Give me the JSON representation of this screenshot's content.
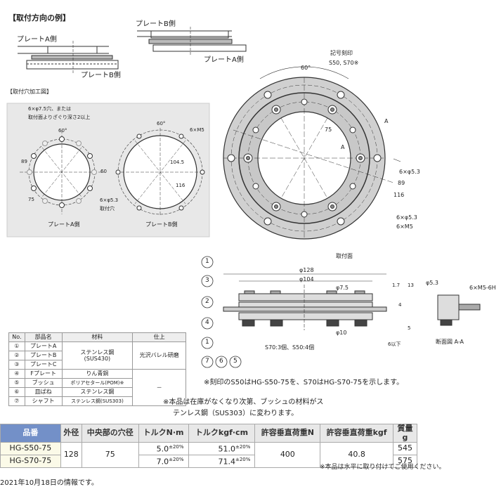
{
  "mounting_example": {
    "title": "【取付方向の例】",
    "left_top_label": "プレートA側",
    "left_bottom_label": "プレートB側",
    "right_top_label": "プレートB側",
    "right_bottom_label": "プレートA側"
  },
  "hole_drawing": {
    "title": "【取付穴加工図】",
    "note_line1": "6×φ7.5穴、または",
    "note_line2": "取付面よりざぐり深さ2以上",
    "angle": "60°",
    "dim_89": "89",
    "dim_75": "75",
    "dim_60": "60",
    "hole_note_1": "6×φ5.3",
    "hole_note_2": "取付穴",
    "plate_a_label": "プレートA側",
    "angle_b": "60°",
    "m5_note": "6×M5",
    "dim_1045": "104.5",
    "dim_116": "116",
    "plate_b_label": "プレートB側"
  },
  "top_view": {
    "mark_label": "記号刻印",
    "mark_models": "S50, S70※",
    "angle": "60°",
    "dim_75": "75",
    "section": "A",
    "h1": "6×φ5.3",
    "dim_89": "89",
    "dim_116": "116",
    "h2a": "6×φ5.3",
    "h2b": "6×M5"
  },
  "side_view": {
    "callouts": [
      "1",
      "3",
      "2",
      "4",
      "1",
      "7",
      "6",
      "5"
    ],
    "mount_face": "取付面",
    "d128": "φ128",
    "d104": "φ104",
    "d75": "φ7.5",
    "d10": "φ10",
    "h17": "1.7",
    "h13": "13",
    "h4": "4",
    "h5": "5",
    "h6": "6以下",
    "bush_note": "S70:3個、S50:4個",
    "sec_d": "φ5.3",
    "sec_m": "6×M5-6H",
    "sec_label": "断面図 A-A"
  },
  "parts_table": {
    "headers": [
      "No.",
      "部品名",
      "材料",
      "仕上"
    ],
    "rows": [
      [
        "①",
        "プレートA"
      ],
      [
        "②",
        "プレートB"
      ],
      [
        "③",
        "プレートC"
      ],
      [
        "④",
        "Fプレート",
        "りん青銅"
      ],
      [
        "⑤",
        "ブッシュ",
        "ポリアセタール(POM)※"
      ],
      [
        "⑥",
        "皿ばね",
        "ステンレス鋼"
      ],
      [
        "⑦",
        "シャフト",
        "ステンレス鋼(SUS303)"
      ]
    ],
    "material_shared_1": "ステンレス鋼",
    "material_shared_2": "(SUS430)",
    "finish_shared": "光沢バレル研磨",
    "finish_none": "－"
  },
  "notes": {
    "stamp": "※刻印のS50はHG-S50-75を、S70はHG-S70-75を示します。",
    "bush_line1": "※本品は在庫がなくなり次第、ブッシュの材料がス",
    "bush_line2": "テンレス鋼（SUS303）に変わります。",
    "horizontal": "※本品は水平に取り付けてご使用ください。",
    "date": "2021年10月18日の情報です。"
  },
  "spec_table": {
    "headers": [
      "品番",
      "外径",
      "中央部の穴径",
      "トルクN·m",
      "トルクkgf·cm",
      "許容垂直荷重N",
      "許容垂直荷重kgf",
      "質量g"
    ],
    "outer": "128",
    "hole": "75",
    "load_n": "400",
    "load_kgf": "40.8",
    "tol": "±20%",
    "rows": [
      {
        "model": "HG-S50-75",
        "torque_nm": "5.0",
        "torque_kgf": "51.0",
        "mass": "545"
      },
      {
        "model": "HG-S70-75",
        "torque_nm": "7.0",
        "torque_kgf": "71.4",
        "mass": "575"
      }
    ]
  }
}
